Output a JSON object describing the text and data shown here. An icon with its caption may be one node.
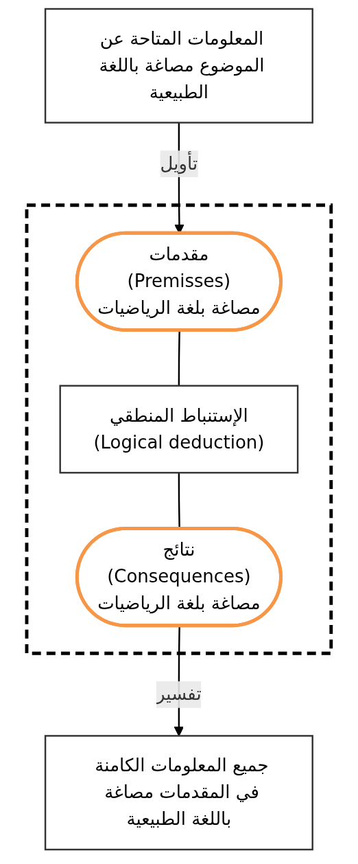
{
  "diagram": {
    "nodes": [
      {
        "text": [
          "المعلومات المتاحة عن الموضوع مصاغة باللغة الطبيعية"
        ]
      },
      {
        "text": [],
        "shape": "box"
      },
      {
        "text": [
          "مقدمات",
          "(Premisses)",
          "مصاغة بلغة الرياضيات"
        ],
        "in": 1
      },
      {
        "text": [
          "الإستنباط المنطقي",
          "(Logical deduction)"
        ],
        "in": 1
      },
      {
        "text": [
          "نتائج",
          "(Consequences)",
          "مصاغة بلغة الرياضيات"
        ],
        "in": 1
      },
      {
        "text": [
          "جميع المعلومات الكامنة في المقدمات مصاغة باللغة الطبيعية"
        ]
      }
    ],
    "edges": [
      {
        "from": 0,
        "to": 2,
        "arrow": "to",
        "label": "تأويل"
      },
      {
        "from": 2,
        "to": 3,
        "arrow": "none"
      },
      {
        "from": 3,
        "to": 4,
        "arrow": "none"
      },
      {
        "from": 4,
        "to": 5,
        "arrow": "to",
        "label": "تفسير"
      }
    ]
  }
}
